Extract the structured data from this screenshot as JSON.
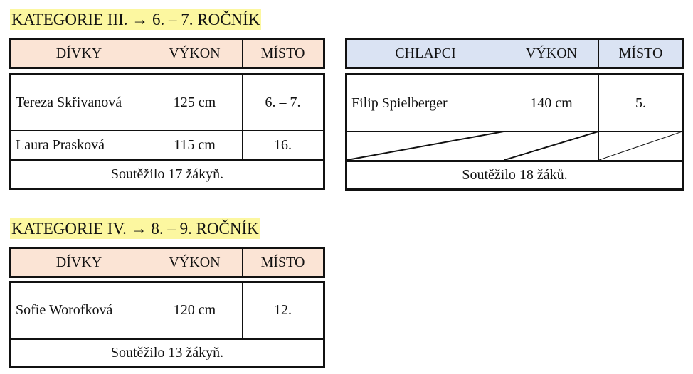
{
  "categories": [
    {
      "title": "KATEGORIE III. → 6. – 7. ROČNÍK",
      "girls": {
        "headers": [
          "DÍVKY",
          "VÝKON",
          "MÍSTO"
        ],
        "rows": [
          {
            "name": "Tereza Skřivanová",
            "result": "125 cm",
            "place": "6. – 7."
          },
          {
            "name": "Laura Prasková",
            "result": "115 cm",
            "place": "16."
          }
        ],
        "footer": "Soutěžilo 17 žákyň."
      },
      "boys": {
        "headers": [
          "CHLAPCI",
          "VÝKON",
          "MÍSTO"
        ],
        "rows": [
          {
            "name": "Filip Spielberger",
            "result": "140 cm",
            "place": "5."
          }
        ],
        "footer": "Soutěžilo 18 žáků."
      }
    },
    {
      "title": "KATEGORIE IV. → 8. – 9. ROČNÍK",
      "girls": {
        "headers": [
          "DÍVKY",
          "VÝKON",
          "MÍSTO"
        ],
        "rows": [
          {
            "name": "Sofie Worofková",
            "result": "120 cm",
            "place": "12."
          }
        ],
        "footer": "Soutěžilo 13 žákyň."
      }
    }
  ]
}
